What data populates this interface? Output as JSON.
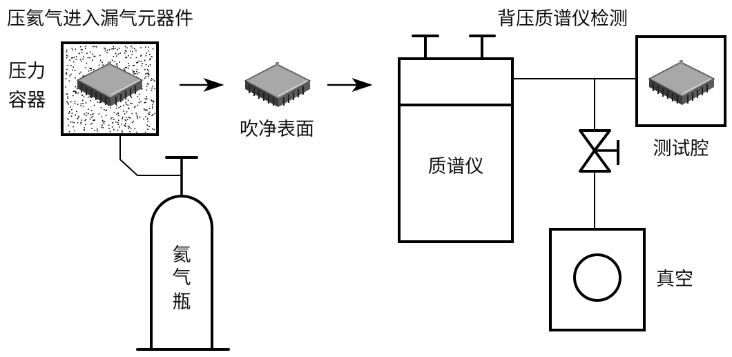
{
  "diagram": {
    "left_section": {
      "title": "压氦气进入漏气元器件",
      "pressure_vessel_label_line1": "压力",
      "pressure_vessel_label_line2": "容器",
      "cylinder_label_chars": [
        "氦",
        "气",
        "瓶"
      ],
      "purge_label": "吹净表面"
    },
    "right_section": {
      "title": "背压质谱仪检测",
      "mass_spectrometer_label": "质谱仪",
      "test_chamber_label": "测试腔",
      "vacuum_label": "真空"
    },
    "icons": {
      "chip": "ic-chip-icon",
      "arrow": "right-arrow-icon",
      "valve": "valve-icon",
      "pump": "vacuum-pump-icon",
      "cylinder": "gas-cylinder-icon"
    },
    "colors": {
      "line": "#000000",
      "chip_top": "#9a9a9a",
      "chip_side": "#4a4a4a",
      "background": "#ffffff"
    }
  }
}
